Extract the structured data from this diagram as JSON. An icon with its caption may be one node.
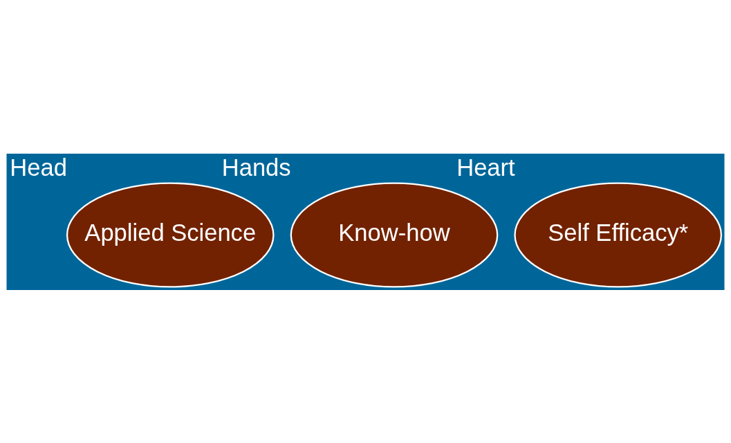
{
  "diagram": {
    "nodes": [
      {
        "text": [
          "Head",
          "Applied Science"
        ]
      },
      {
        "text": [
          "Hands",
          "Know-how"
        ]
      },
      {
        "text": [
          "Self Efficacy*",
          "Heart"
        ]
      }
    ]
  }
}
